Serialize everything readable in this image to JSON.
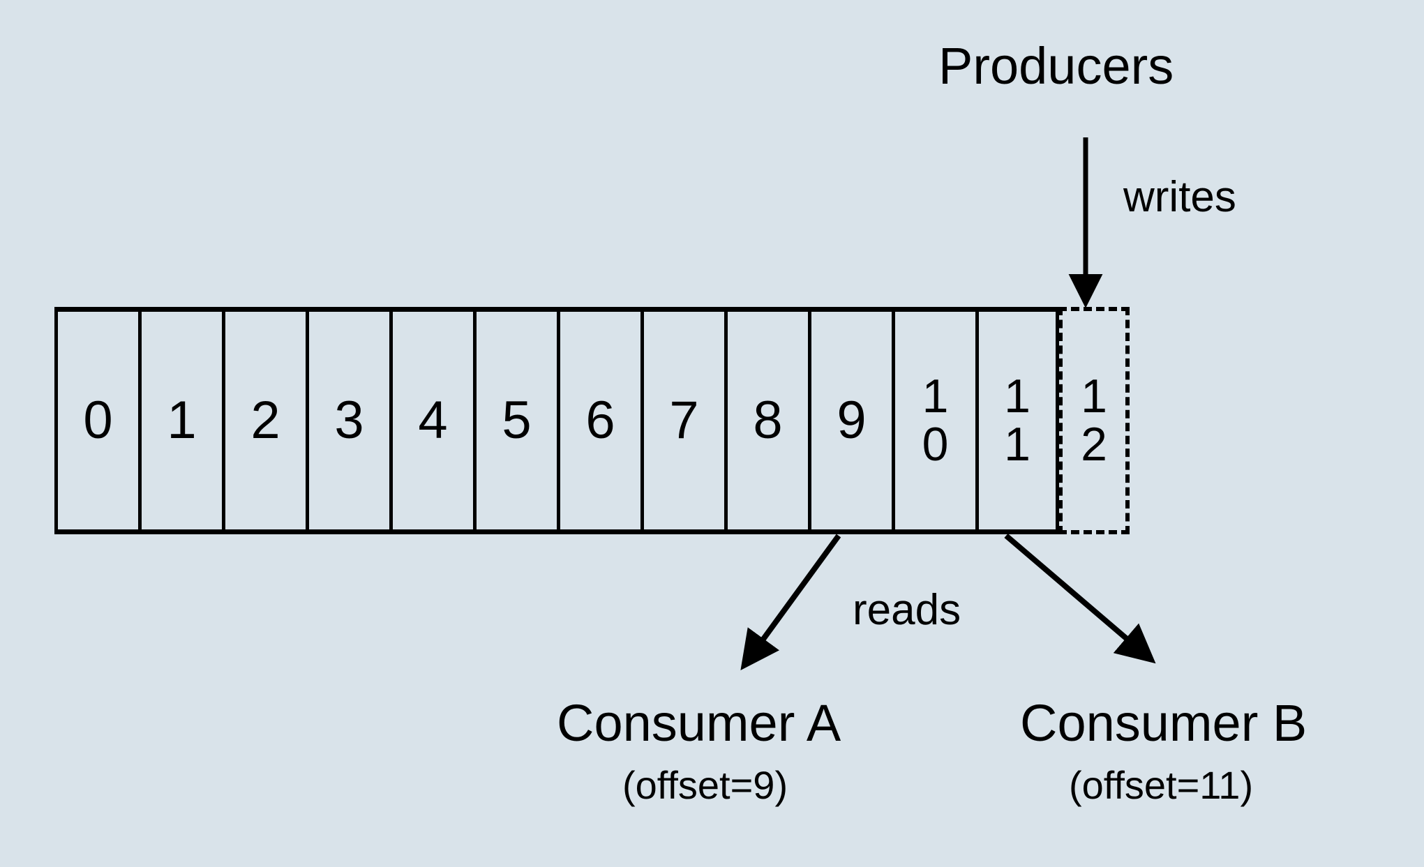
{
  "diagram": {
    "title_concept": "Kafka partition log with producers and consumers",
    "background_color": "#d9e3ea",
    "stroke_color": "#000000"
  },
  "producers": {
    "label": "Producers",
    "arrow_label": "writes",
    "arrow_icon": "down-arrow-icon",
    "writes_into_offset": "12"
  },
  "log": {
    "name": "partition-log",
    "committed_cells": [
      "0",
      "1",
      "2",
      "3",
      "4",
      "5",
      "6",
      "7",
      "8",
      "9",
      "10",
      "11"
    ],
    "pending_cell": "12",
    "pending_cell_style": "dashed"
  },
  "consumers": [
    {
      "name": "Consumer A",
      "offset_label": "(offset=9)",
      "offset_value": "9",
      "arrow_label": "reads",
      "arrow_icon": "diagonal-arrow-icon"
    },
    {
      "name": "Consumer B",
      "offset_label": "(offset=11)",
      "offset_value": "11",
      "arrow_label": "",
      "arrow_icon": "diagonal-arrow-icon"
    }
  ],
  "labels": {
    "reads": "reads",
    "writes": "writes"
  }
}
